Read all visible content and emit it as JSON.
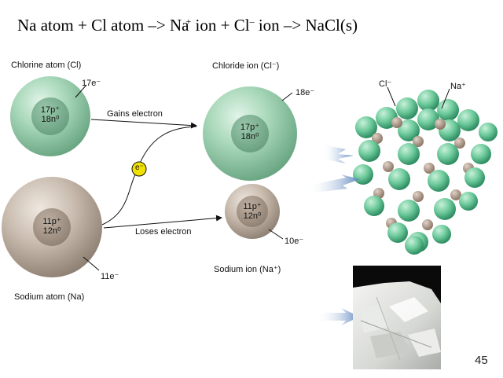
{
  "title": {
    "na_atom": "Na atom",
    "plus1": "+",
    "cl_atom": "Cl atom",
    "arrow1": "–>",
    "na": "Na",
    "na_sup": "+",
    "ion1": "ion",
    "plus2": "+",
    "cl": "Cl",
    "cl_sup": "–",
    "ion2": "ion",
    "arrow2": "–>",
    "nacl": "NaCl(s)"
  },
  "chlorine_atom": {
    "label": "Chlorine atom (Cl)",
    "electrons": "17e⁻",
    "protons": "17p⁺",
    "neutrons": "18n⁰"
  },
  "chloride_ion": {
    "label": "Chloride ion (Cl⁻)",
    "electrons": "18e⁻",
    "protons": "17p⁺",
    "neutrons": "18n⁰"
  },
  "sodium_atom": {
    "label": "Sodium atom (Na)",
    "electrons": "11e⁻",
    "protons": "11p⁺",
    "neutrons": "12n⁰"
  },
  "sodium_ion": {
    "label": "Sodium ion (Na⁺)",
    "electrons": "10e⁻",
    "protons": "11p⁺",
    "neutrons": "12n⁰"
  },
  "gains_electron": "Gains electron",
  "loses_electron": "Loses electron",
  "electron_badge": "e⁻",
  "lattice": {
    "cl_label": "Cl⁻",
    "na_label": "Na⁺"
  },
  "page_number": "45",
  "colors": {
    "chlorine": "#8ec9a6",
    "sodium": "#b5a79a",
    "electron": "#f2e000",
    "arrow": "#6f95c4"
  }
}
